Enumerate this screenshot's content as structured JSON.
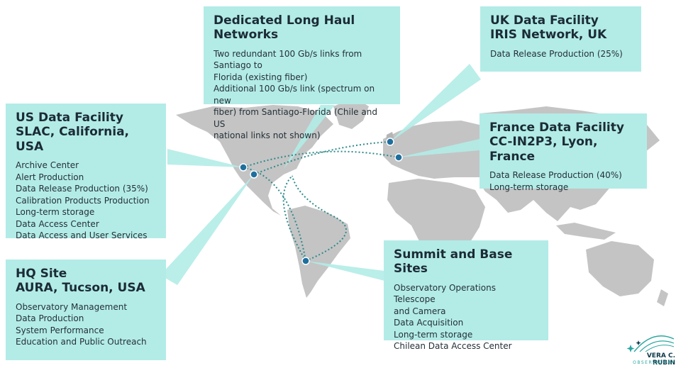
{
  "colors": {
    "box_fill": "#b3ece7",
    "land": "#c4c4c4",
    "land_dark": "#b5b5b5",
    "route": "#2f8a8a",
    "site_dot": "#1f6f9e",
    "brand_teal": "#2aa7a0",
    "brand_navy": "#0d3a4b"
  },
  "boxes": {
    "network": {
      "title": [
        "Dedicated Long Haul Networks"
      ],
      "items": [
        "Two redundant 100 Gb/s links from Santiago to",
        "Florida (existing fiber)",
        "Additional 100 Gb/s link (spectrum on new",
        "fiber) from Santiago-Florida (Chile and US",
        "national links not shown)"
      ]
    },
    "uk": {
      "title": [
        "UK Data Facility",
        "IRIS Network, UK"
      ],
      "items": [
        "Data Release Production (25%)"
      ]
    },
    "us": {
      "title": [
        "US Data Facility",
        "SLAC, California, USA"
      ],
      "items": [
        "Archive Center",
        "Alert Production",
        "Data Release Production (35%)",
        "Calibration Products Production",
        "Long-term storage",
        "Data Access Center",
        "Data Access and User Services"
      ]
    },
    "france": {
      "title": [
        "France Data Facility",
        "CC-IN2P3, Lyon, France"
      ],
      "items": [
        "Data Release Production (40%)",
        "Long-term storage"
      ]
    },
    "hq": {
      "title": [
        "HQ Site",
        "AURA, Tucson, USA"
      ],
      "items": [
        "Observatory Management",
        "Data Production",
        "System Performance",
        "Education and Public Outreach"
      ]
    },
    "summit": {
      "title": [
        "Summit and Base Sites"
      ],
      "items": [
        "Observatory Operations Telescope",
        "and Camera",
        "Data Acquisition",
        "Long-term storage",
        "Chilean Data Access Center"
      ]
    }
  },
  "logo": {
    "line1": "VERA C. RUBIN",
    "line2": "OBSERVATORY",
    "icon": "rubin-starburst-logo-icon"
  }
}
